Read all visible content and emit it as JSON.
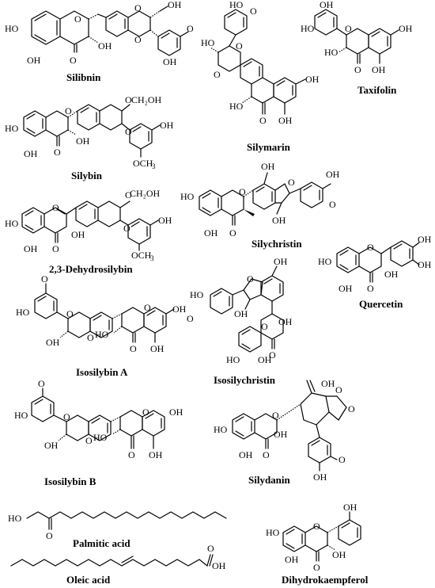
{
  "title": "",
  "compounds": [
    {
      "key": "silibnin",
      "name": "Silibnin"
    },
    {
      "key": "silymarin",
      "name": "Silymarin"
    },
    {
      "key": "taxifolin",
      "name": "Taxifolin"
    },
    {
      "key": "silybin",
      "name": "Silybin"
    },
    {
      "key": "dehydrosilybin",
      "name": "2,3-Dehydrosilybin"
    },
    {
      "key": "silychristin",
      "name": "Silychristin"
    },
    {
      "key": "quercetin",
      "name": "Quercetin"
    },
    {
      "key": "isosilybin_a",
      "name": "Isosilybin A"
    },
    {
      "key": "isosilychristin",
      "name": "Isosilychristin"
    },
    {
      "key": "isosilybin_b",
      "name": "Isosilybin B"
    },
    {
      "key": "silydanin",
      "name": "Silydanin"
    },
    {
      "key": "palmitic_acid",
      "name": "Palmitic acid"
    },
    {
      "key": "dihydrokaempferol",
      "name": "Dihydrokaempferol"
    },
    {
      "key": "oleic_acid",
      "name": "Oleic acid"
    }
  ],
  "atom_labels": {
    "oh": "OH",
    "ho": "HO",
    "o": "O",
    "och3_main": "OCH",
    "och3_sub": "3",
    "ch2oh": "CH₂OH",
    "methoxy_bond": "—"
  }
}
